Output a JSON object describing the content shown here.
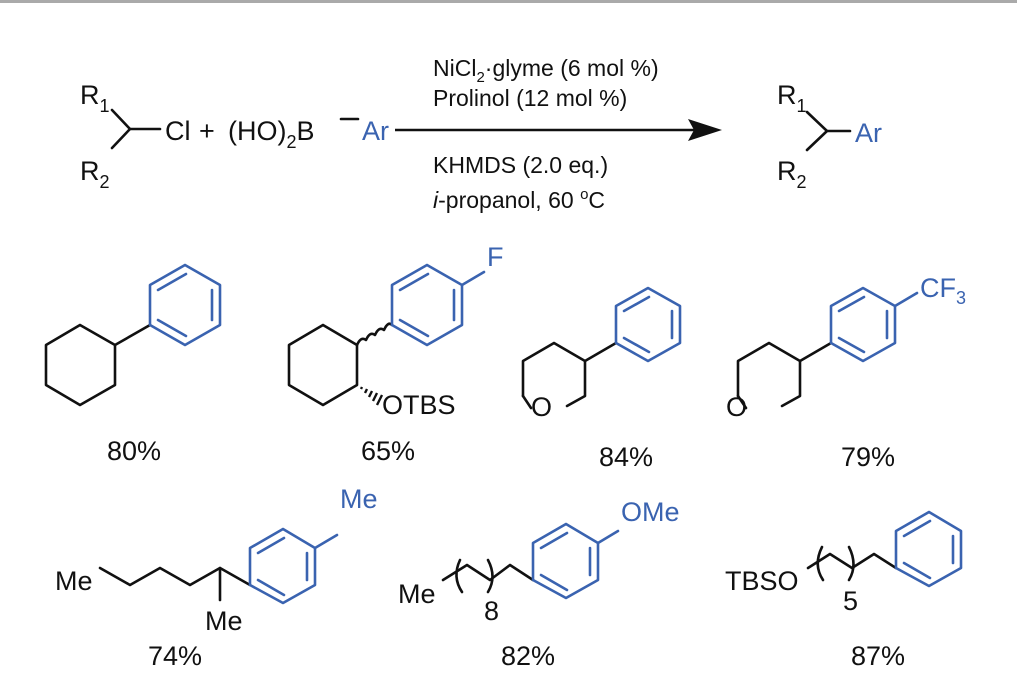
{
  "colors": {
    "text": "#111111",
    "aryl": "#3a63b0",
    "rule": "#aaaaaa"
  },
  "reaction": {
    "reactant_r1": "R",
    "reactant_r1_sub": "1",
    "reactant_r2": "R",
    "reactant_r2_sub": "2",
    "reactant_cl": "Cl",
    "plus": "+",
    "boronic_prefix": "(HO)",
    "boronic_sub": "2",
    "boronic_b": "B",
    "aryl": "Ar",
    "cond_catalyst_a": "NiCl",
    "cond_catalyst_sub": "2",
    "cond_catalyst_b": "·glyme (6 mol %)",
    "cond_ligand": "Prolinol (12 mol %)",
    "cond_base": "KHMDS (2.0 eq.)",
    "cond_solvent_italic": "i",
    "cond_solvent_rest": "-propanol, 60 ",
    "cond_temp_sup": "o",
    "cond_temp_unit": "C",
    "product_r1": "R",
    "product_r1_sub": "1",
    "product_r2": "R",
    "product_r2_sub": "2",
    "product_aryl": "Ar"
  },
  "products": [
    {
      "yield": "80%"
    },
    {
      "yield": "65%",
      "label_f": "F",
      "label_otbs": "OTBS"
    },
    {
      "yield": "84%",
      "label_o": "O"
    },
    {
      "yield": "79%",
      "label_o": "O",
      "label_cf": "CF",
      "label_cf_sub": "3"
    },
    {
      "yield": "74%",
      "label_me_terminal": "Me",
      "label_me_branch": "Me",
      "label_me_aryl": "Me"
    },
    {
      "yield": "82%",
      "label_me": "Me",
      "label_n": "8",
      "label_ome": "OMe"
    },
    {
      "yield": "87%",
      "label_tbso": "TBSO",
      "label_n": "5"
    }
  ]
}
